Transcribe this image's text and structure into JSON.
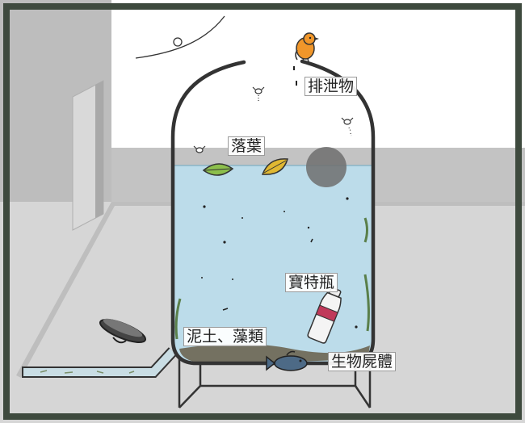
{
  "labels": {
    "excrement": "排泄物",
    "leaves": "落葉",
    "bottle": "寶特瓶",
    "mud_algae": "泥土、藻類",
    "carcass": "生物屍體"
  },
  "colors": {
    "frame": "#3e4a3e",
    "wall": "#c9c9c9",
    "floor": "#d4d4d4",
    "water": "#bcdcea",
    "tank_outline": "#333333",
    "bird": "#f0962a",
    "leaf_green": "#8cbf4c",
    "leaf_yellow": "#e0b832",
    "bottle_label": "#c0395a",
    "sediment": "#6b6552"
  }
}
